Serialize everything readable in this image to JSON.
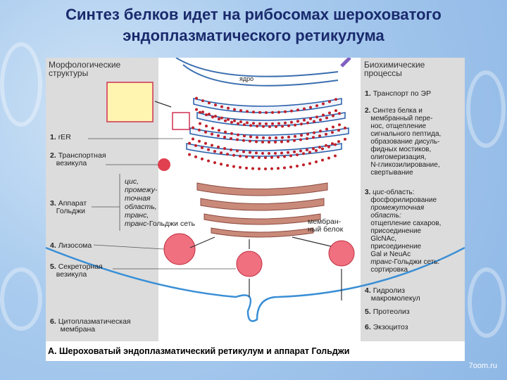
{
  "title": {
    "line1": "Синтез белков идет на рибосомах шероховатого",
    "line2": "эндоплазматического ретикулума"
  },
  "left_panel": {
    "heading1": "Морфологические",
    "heading2": "структуры",
    "items": [
      {
        "num": "1.",
        "l1": "rER",
        "l2": ""
      },
      {
        "num": "2.",
        "l1": "Транспортная",
        "l2": "везикула"
      },
      {
        "num": "3.",
        "l1": "Аппарат",
        "l2": "Гольджи"
      },
      {
        "num": "4.",
        "l1": "Лизосома",
        "l2": ""
      },
      {
        "num": "5.",
        "l1": "Секреторная",
        "l2": "везикула"
      },
      {
        "num": "6.",
        "l1": "Цитоплазматическая",
        "l2": "мембрана"
      }
    ],
    "golgi_regions": [
      "цис,",
      "промежу-",
      "точная",
      "область,",
      "транс,",
      "транс"
    ],
    "golgi_net": "-Гольджи сеть"
  },
  "diagram": {
    "nucleus": "ядро",
    "membrane_protein1": "мембран-",
    "membrane_protein2": "ный белок"
  },
  "right_panel": {
    "heading1": "Биохимические",
    "heading2": "процессы",
    "p1": [
      "1.",
      "Транспорт по ЭР"
    ],
    "p2": [
      "2.",
      "Синтез белка и",
      "мембранный пере-",
      "нос, отщепление",
      "сигнального пептида,",
      "образование дисуль-",
      "фидных мостиков,",
      "олигомеризация,",
      "N-гликозилирование,",
      "свертывание"
    ],
    "p3": [
      "3.",
      "цис",
      "-область:",
      "фосфорилирование",
      "промежуточная",
      "область:",
      "отщепление сахаров,",
      "присоединение",
      "GlcNAc,",
      "присоединение",
      "Gal и NeuAc",
      "транс",
      "-Гольджи сеть:",
      "сортировка"
    ],
    "p4": [
      "4.",
      "Гидролиз",
      "макромолекул"
    ],
    "p5": [
      "5.",
      "Протеолиз"
    ],
    "p6": [
      "6.",
      "Экзоцитоз"
    ]
  },
  "caption": "А. Шероховатый эндоплазматический ретикулум и аппарат Гольджи",
  "watermark": "7oom.ru",
  "colors": {
    "title": "#1a2a6c",
    "ribosome": "#c0202a",
    "golgi": "#c98a7a",
    "membrane": "#3a8fd6"
  }
}
